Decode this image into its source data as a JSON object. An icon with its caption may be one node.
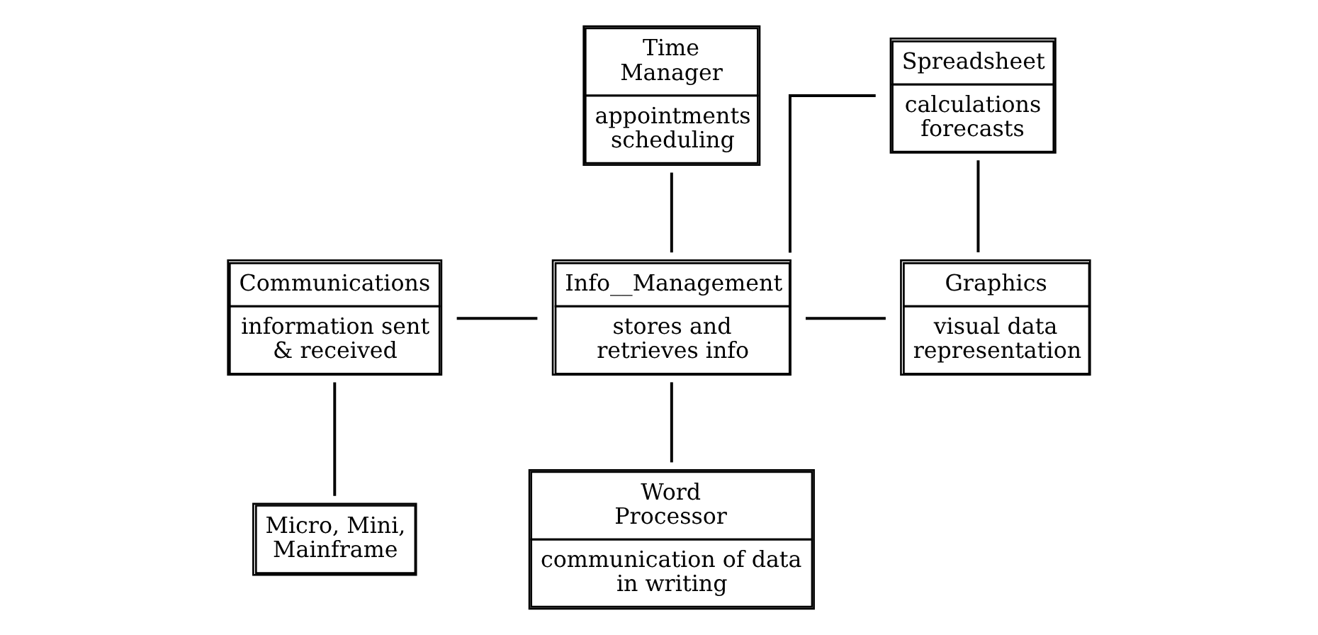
{
  "diagram": {
    "nodes": [
      {
        "text": [
          "Time Manager",
          "appointments scheduling"
        ]
      },
      {
        "text": [
          "Spreadsheet",
          "calculations forecasts"
        ]
      },
      {
        "text": [
          "Communications",
          "information sent & received"
        ]
      },
      {
        "text": [
          "Info__Management",
          "stores and retrieves info"
        ]
      },
      {
        "text": [
          "Graphics",
          "visual data representation"
        ]
      },
      {
        "text": [
          "Micro, Mini, Mainframe"
        ]
      },
      {
        "text": [
          "Word Processor",
          "communication of data in writing"
        ]
      }
    ],
    "edges": [
      {
        "from": 0,
        "to": 3,
        "arrow": "none"
      },
      {
        "from": 1,
        "to": 3,
        "arrow": "none"
      },
      {
        "from": 1,
        "to": 4,
        "arrow": "none"
      },
      {
        "from": 2,
        "to": 3,
        "arrow": "none"
      },
      {
        "from": 3,
        "to": 4,
        "arrow": "none"
      },
      {
        "from": 2,
        "to": 5,
        "arrow": "none"
      },
      {
        "from": 3,
        "to": 6,
        "arrow": "none"
      }
    ]
  }
}
